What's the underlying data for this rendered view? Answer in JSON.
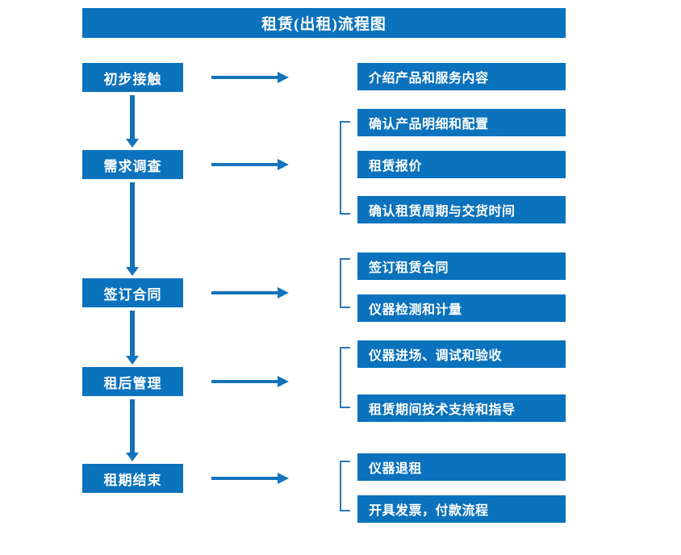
{
  "title": "租赁(出租)流程图",
  "colors": {
    "box_blue": "#0b72bd",
    "arrow_blue": "#1473ba",
    "bracket_blue": "#2e75b6",
    "text_white": "#ffffff",
    "background": "#ffffff"
  },
  "stages": [
    {
      "label": "初步接触"
    },
    {
      "label": "需求调查"
    },
    {
      "label": "签订合同"
    },
    {
      "label": "租后管理"
    },
    {
      "label": "租期结束"
    }
  ],
  "details": [
    {
      "label": "介绍产品和服务内容"
    },
    {
      "label": "确认产品明细和配置"
    },
    {
      "label": "租赁报价"
    },
    {
      "label": "确认租赁周期与交货时间"
    },
    {
      "label": "签订租赁合同"
    },
    {
      "label": "仪器检测和计量"
    },
    {
      "label": "仪器进场、调试和验收"
    },
    {
      "label": "租赁期间技术支持和指导"
    },
    {
      "label": "仪器退租"
    },
    {
      "label": "开具发票，付款流程"
    }
  ],
  "groups": [
    {
      "stage": "需求调查",
      "members": [
        "确认产品明细和配置",
        "租赁报价",
        "确认租赁周期与交货时间"
      ]
    },
    {
      "stage": "签订合同",
      "members": [
        "签订租赁合同",
        "仪器检测和计量"
      ]
    },
    {
      "stage": "租后管理",
      "members": [
        "仪器进场、调试和验收",
        "租赁期间技术支持和指导"
      ]
    },
    {
      "stage": "租期结束",
      "members": [
        "仪器退租",
        "开具发票，付款流程"
      ]
    }
  ],
  "connectors": {
    "horizontal_arrow_icon": "arrow-right-icon",
    "vertical_arrow_icon": "arrow-down-icon",
    "bracket_icon": "group-bracket-icon"
  }
}
